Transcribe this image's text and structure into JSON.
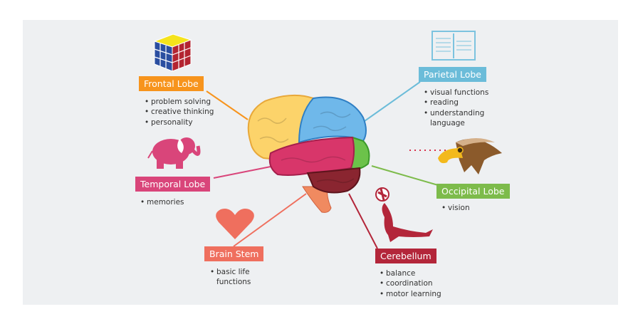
{
  "lobes": {
    "frontal": {
      "title": "Frontal Lobe",
      "color": "#f7941d",
      "icon": "rubiks-cube-icon",
      "items": [
        "problem solving",
        "creative thinking",
        "personality"
      ]
    },
    "temporal": {
      "title": "Temporal Lobe",
      "color": "#d9457a",
      "icon": "elephant-icon",
      "items": [
        "memories"
      ]
    },
    "brain_stem": {
      "title": "Brain Stem",
      "color": "#ef6f5e",
      "icon": "heart-icon",
      "items": [
        "basic life functions"
      ]
    },
    "cerebellum": {
      "title": "Cerebellum",
      "color": "#b3263a",
      "icon": "seal-icon",
      "items": [
        "balance",
        "coordination",
        "motor learning"
      ]
    },
    "parietal": {
      "title": "Parietal Lobe",
      "color": "#6bbcd9",
      "icon": "book-icon",
      "items": [
        "visual functions",
        "reading",
        "understanding language"
      ]
    },
    "occipital": {
      "title": "Occipital Lobe",
      "color": "#7dbb4b",
      "icon": "eagle-icon",
      "items": [
        "vision"
      ]
    }
  }
}
